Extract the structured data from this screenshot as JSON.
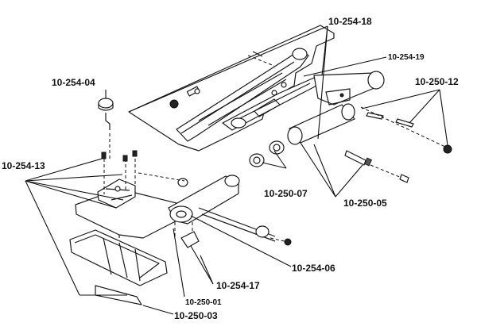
{
  "diagram": {
    "labels": {
      "p_10_254_18": "10-254-18",
      "p_10_254_19": "10-254-19",
      "p_10_250_12": "10-250-12",
      "p_10_254_04": "10-254-04",
      "p_10_254_13": "10-254-13",
      "p_10_250_07": "10-250-07",
      "p_10_250_05": "10-250-05",
      "p_10_254_06": "10-254-06",
      "p_10_254_17": "10-254-17",
      "p_10_250_01": "10-250-01",
      "p_10_250_03": "10-250-03"
    }
  }
}
